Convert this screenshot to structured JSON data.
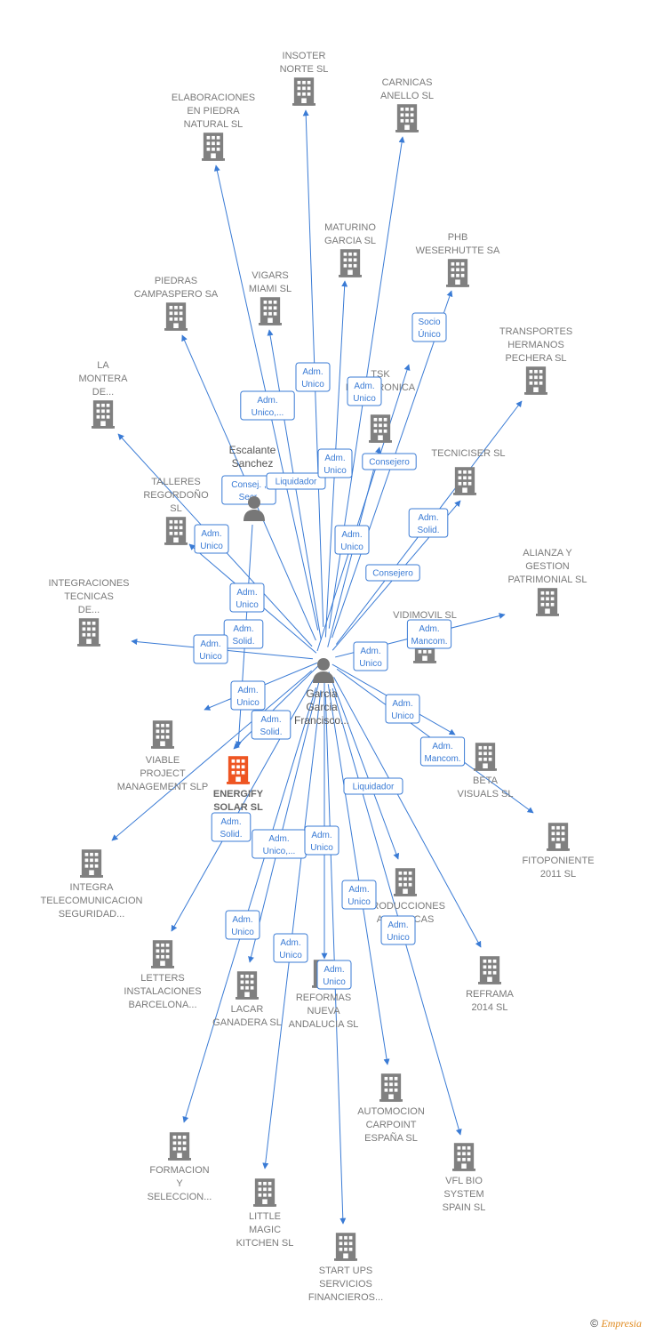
{
  "center": {
    "name_lines": [
      "Garcia",
      "Garcia",
      "Francisco..."
    ],
    "icon": "person-icon"
  },
  "person2": {
    "name_lines": [
      "Escalante",
      "Sanchez"
    ],
    "icon": "person-icon"
  },
  "colors": {
    "edge": "#3a7bd5",
    "building": "#808080",
    "highlight": "#ee5522",
    "role_border": "#3a7bd5"
  },
  "companies": [
    {
      "id": "insoter",
      "lines": [
        "INSOTER",
        "NORTE SL"
      ]
    },
    {
      "id": "carnicas",
      "lines": [
        "CARNICAS",
        "ANELLO  SL"
      ]
    },
    {
      "id": "elaboraciones",
      "lines": [
        "ELABORACIONES",
        "EN PIEDRA",
        "NATURAL SL"
      ]
    },
    {
      "id": "maturino",
      "lines": [
        "MATURINO",
        "GARCIA SL"
      ]
    },
    {
      "id": "phb",
      "lines": [
        "PHB",
        "WESERHUTTE SA"
      ]
    },
    {
      "id": "piedras",
      "lines": [
        "PIEDRAS",
        "CAMPASPERO SA"
      ]
    },
    {
      "id": "vigars",
      "lines": [
        "VIGARS",
        "MIAMI SL"
      ]
    },
    {
      "id": "transportes",
      "lines": [
        "TRANSPORTES",
        "HERMANOS",
        "PECHERA  SL"
      ]
    },
    {
      "id": "lamontera",
      "lines": [
        "LA",
        "MONTERA",
        "DE..."
      ]
    },
    {
      "id": "tsk",
      "lines": [
        "TSK",
        "ELECTRONICA"
      ]
    },
    {
      "id": "tecniciser",
      "lines": [
        "TECNICISER SL"
      ]
    },
    {
      "id": "talleres",
      "lines": [
        "TALLERES",
        "REGORDOÑO",
        "SL"
      ]
    },
    {
      "id": "alianza",
      "lines": [
        "ALIANZA Y",
        "GESTION",
        "PATRIMONIAL SL"
      ]
    },
    {
      "id": "integraciones",
      "lines": [
        "INTEGRACIONES",
        "TECNICAS",
        "DE..."
      ]
    },
    {
      "id": "vidimovil",
      "lines": [
        "VIDIMOVIL  SL"
      ]
    },
    {
      "id": "viable",
      "lines": [
        "VIABLE",
        "PROJECT",
        "MANAGEMENT SLP"
      ]
    },
    {
      "id": "energify",
      "lines": [
        "ENERGIFY",
        "SOLAR  SL"
      ]
    },
    {
      "id": "beta",
      "lines": [
        "BETA",
        "VISUALS  SL"
      ]
    },
    {
      "id": "fitoponiente",
      "lines": [
        "FITOPONIENTE",
        "2011 SL"
      ]
    },
    {
      "id": "integra",
      "lines": [
        "INTEGRA",
        "TELECOMUNICACION",
        "SEGURIDAD..."
      ]
    },
    {
      "id": "producciones",
      "lines": [
        "PRODUCCIONES",
        "ARTISTICAS"
      ]
    },
    {
      "id": "letters",
      "lines": [
        "LETTERS",
        "INSTALACIONES",
        "BARCELONA..."
      ]
    },
    {
      "id": "lacar",
      "lines": [
        "LACAR",
        "GANADERA  SL"
      ]
    },
    {
      "id": "reformas",
      "lines": [
        "REFORMAS",
        "NUEVA",
        "ANDALUCIA SL"
      ]
    },
    {
      "id": "reframa",
      "lines": [
        "REFRAMA",
        "2014  SL"
      ]
    },
    {
      "id": "automocion",
      "lines": [
        "AUTOMOCION",
        "CARPOINT",
        "ESPAÑA  SL"
      ]
    },
    {
      "id": "formacion",
      "lines": [
        "FORMACION",
        "Y",
        "SELECCION..."
      ]
    },
    {
      "id": "vfl",
      "lines": [
        "VFL BIO",
        "SYSTEM",
        "SPAIN  SL"
      ]
    },
    {
      "id": "little",
      "lines": [
        "LITTLE",
        "MAGIC",
        "KITCHEN  SL"
      ]
    },
    {
      "id": "startups",
      "lines": [
        "START UPS",
        "SERVICIOS",
        "FINANCIEROS..."
      ]
    }
  ],
  "roles": [
    {
      "lines": [
        "Adm.",
        "Unico,..."
      ]
    },
    {
      "lines": [
        "Adm.",
        "Unico"
      ]
    },
    {
      "lines": [
        "Adm.",
        "Unico"
      ]
    },
    {
      "lines": [
        "Socio",
        "Único"
      ]
    },
    {
      "lines": [
        "Consej. ,",
        "Secr."
      ]
    },
    {
      "lines": [
        "Liquidador"
      ]
    },
    {
      "lines": [
        "Adm.",
        "Unico"
      ]
    },
    {
      "lines": [
        "Consejero"
      ]
    },
    {
      "lines": [
        "Adm.",
        "Solid."
      ]
    },
    {
      "lines": [
        "Adm.",
        "Unico"
      ]
    },
    {
      "lines": [
        "Consejero"
      ]
    },
    {
      "lines": [
        "Adm.",
        "Unico"
      ]
    },
    {
      "lines": [
        "Adm.",
        "Unico"
      ]
    },
    {
      "lines": [
        "Adm.",
        "Solid."
      ]
    },
    {
      "lines": [
        "Adm.",
        "Unico"
      ]
    },
    {
      "lines": [
        "Adm.",
        "Unico"
      ]
    },
    {
      "lines": [
        "Adm.",
        "Mancom."
      ]
    },
    {
      "lines": [
        "Adm.",
        "Unico"
      ]
    },
    {
      "lines": [
        "Adm.",
        "Solid."
      ]
    },
    {
      "lines": [
        "Adm.",
        "Unico"
      ]
    },
    {
      "lines": [
        "Adm.",
        "Mancom."
      ]
    },
    {
      "lines": [
        "Liquidador"
      ]
    },
    {
      "lines": [
        "Adm.",
        "Solid."
      ]
    },
    {
      "lines": [
        "Adm.",
        "Unico,..."
      ]
    },
    {
      "lines": [
        "Adm.",
        "Unico"
      ]
    },
    {
      "lines": [
        "Adm.",
        "Unico"
      ]
    },
    {
      "lines": [
        "Adm.",
        "Unico"
      ]
    },
    {
      "lines": [
        "Adm.",
        "Unico"
      ]
    },
    {
      "lines": [
        "Adm.",
        "Unico"
      ]
    },
    {
      "lines": [
        "Adm.",
        "Unico"
      ]
    }
  ],
  "footer": {
    "copyright": "©",
    "brand": "Empresia"
  }
}
